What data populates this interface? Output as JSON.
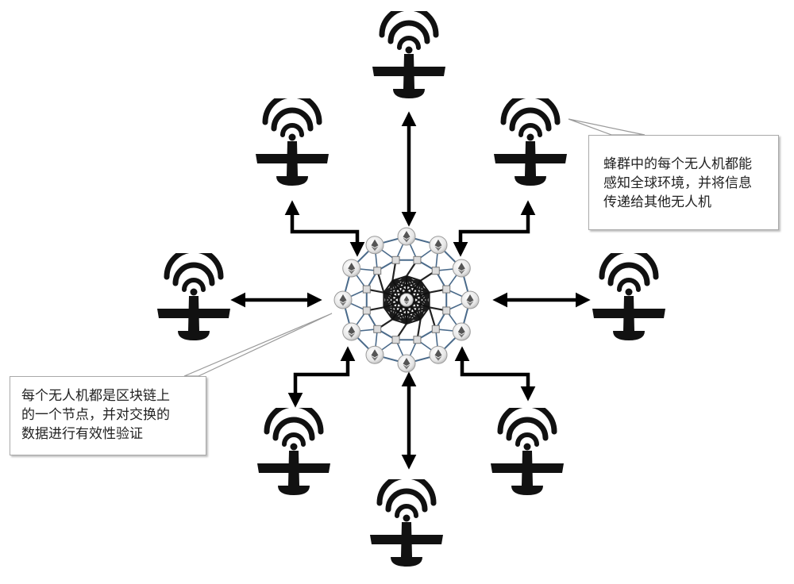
{
  "diagram": {
    "callouts": {
      "top_right": "蜂群中的每个无人机都能\n感知全球环境，并将信息\n传递给其他无人机",
      "bottom_left": "每个无人机都是区块链上\n的一个节点，并对交换的\n数据进行有效性验证"
    },
    "colors": {
      "drone": "#111111",
      "network_edge": "#4a6a8a",
      "node_fill": "#ececec",
      "callout_border": "#a9a9a9"
    },
    "drone_icon": "drone-with-signal-icon",
    "node_icon": "ethereum-node-icon",
    "drone_count": 8
  }
}
